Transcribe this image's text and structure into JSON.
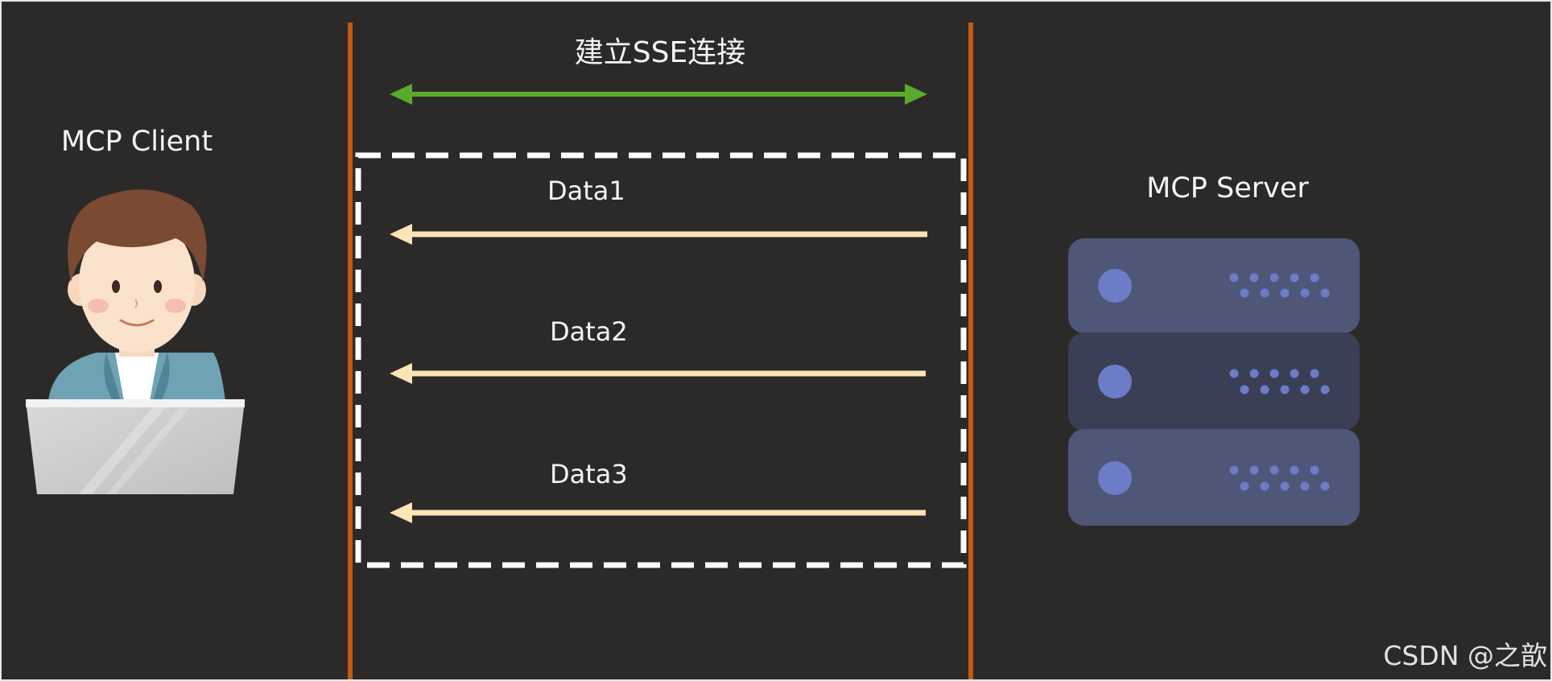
{
  "diagram": {
    "title": "建立SSE连接",
    "client_label": "MCP Client",
    "server_label": "MCP Server",
    "messages": [
      {
        "label": "Data1"
      },
      {
        "label": "Data2"
      },
      {
        "label": "Data3"
      }
    ],
    "watermark": "CSDN @之歆"
  },
  "colors": {
    "background": "#2b2a29",
    "lifeline": "#c55a11",
    "connection_arrow": "#5aab2d",
    "data_arrow": "#fbe5b6",
    "dashed_box": "#ffffff",
    "server_unit_light": "#4e5778",
    "server_unit_dark": "#3a3f56",
    "server_indicator": "#6c7cc6"
  },
  "icons": {
    "client": "person-at-laptop-icon",
    "server": "server-rack-icon"
  }
}
